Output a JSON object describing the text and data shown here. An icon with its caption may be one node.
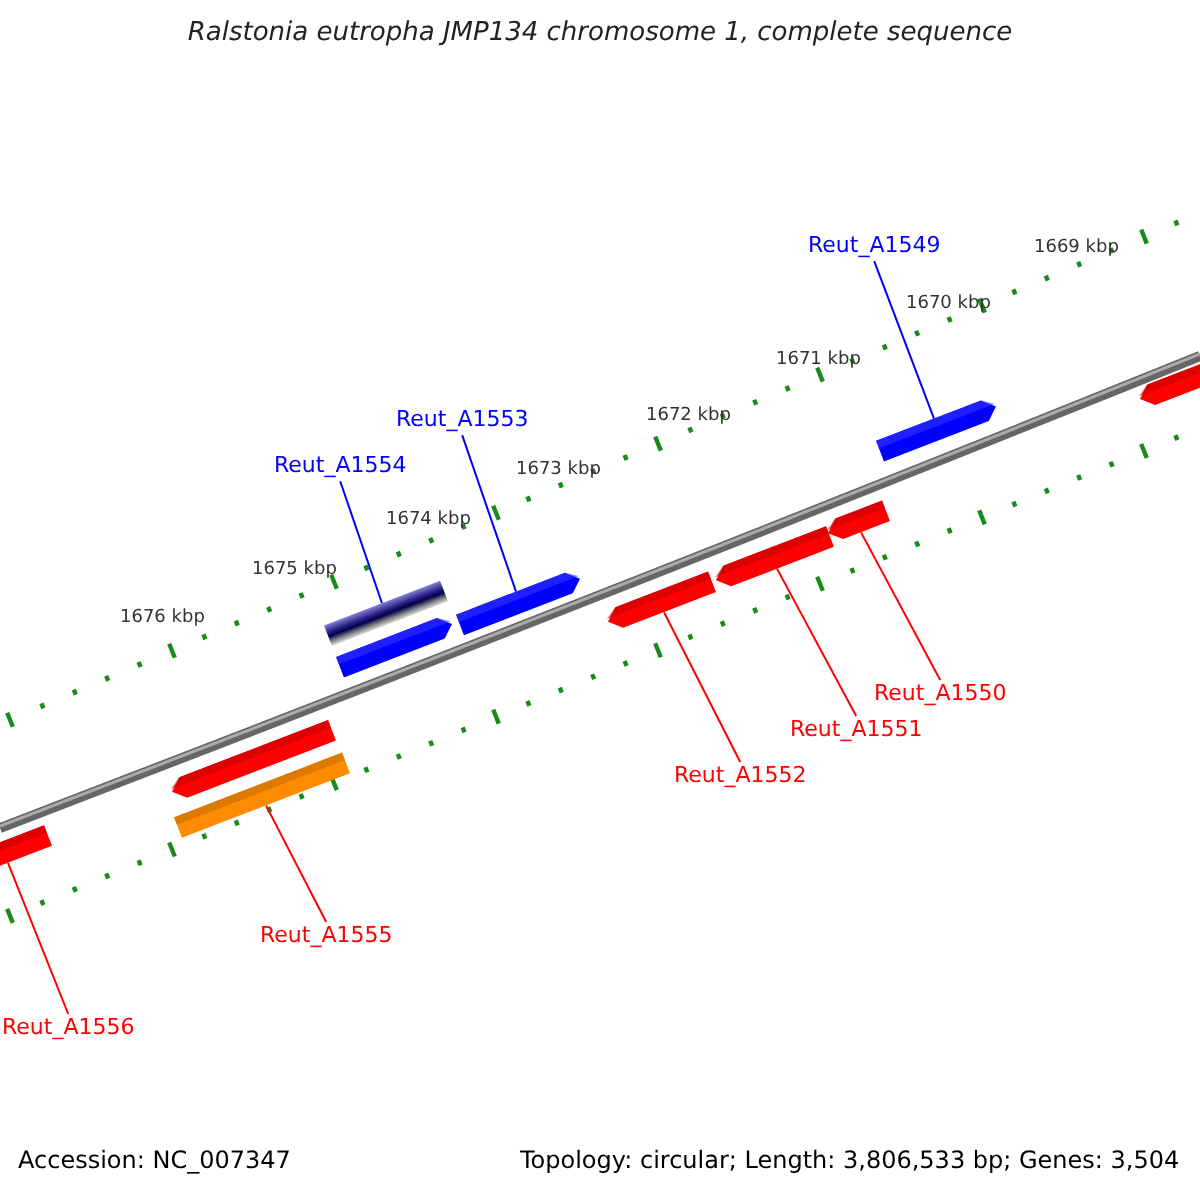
{
  "diagram": {
    "title": "Ralstonia eutropha JMP134 chromosome 1, complete sequence",
    "nodes": [
      {
        "text": [
          "Reut_A1549"
        ]
      },
      {
        "text": [],
        "shape": "bar"
      },
      {
        "text": [
          "Reut_A1553"
        ]
      },
      {
        "text": [],
        "shape": "bar"
      },
      {
        "text": [
          "Reut_A1554"
        ]
      },
      {
        "text": [],
        "shape": "bar"
      },
      {
        "text": [],
        "shape": "bar"
      },
      {
        "text": [],
        "shape": "bar"
      },
      {
        "text": [],
        "shape": "bar"
      },
      {
        "text": [],
        "shape": "bar"
      },
      {
        "text": [],
        "shape": "bar"
      },
      {
        "text": [
          "Reut_A1550"
        ]
      },
      {
        "text": [
          "Reut_A1551"
        ]
      },
      {
        "text": [
          "Reut_A1552"
        ]
      },
      {
        "text": [],
        "shape": "bar"
      },
      {
        "text": [],
        "shape": "bar"
      },
      {
        "text": [],
        "shape": "bar"
      },
      {
        "text": [
          "Reut_A1555"
        ]
      },
      {
        "text": [
          "Reut_A1556"
        ]
      }
    ],
    "edges": [
      {
        "from": 0,
        "to": 1,
        "arrow": "none",
        "color": "#0000ff"
      },
      {
        "from": 2,
        "to": 3,
        "arrow": "none",
        "color": "#0000ff"
      },
      {
        "from": 4,
        "to": 5,
        "arrow": "none",
        "color": "#0000ff"
      },
      {
        "from": 11,
        "to": 8,
        "arrow": "none"
      },
      {
        "from": 12,
        "to": 9,
        "arrow": "none"
      },
      {
        "from": 13,
        "to": 10,
        "arrow": "none"
      },
      {
        "from": 17,
        "to": 15,
        "arrow": "none"
      },
      {
        "from": 18,
        "to": 16,
        "arrow": "none"
      }
    ],
    "labels": [
      "1669 kbp",
      "1670 kbp",
      "1671 kbp",
      "1672 kbp",
      "1673 kbp",
      "1674 kbp",
      "1675 kbp",
      "1676 kbp",
      "Accession: NC_007347",
      "Topology: circular; Length: 3,806,533 bp; Genes: 3,504"
    ]
  }
}
